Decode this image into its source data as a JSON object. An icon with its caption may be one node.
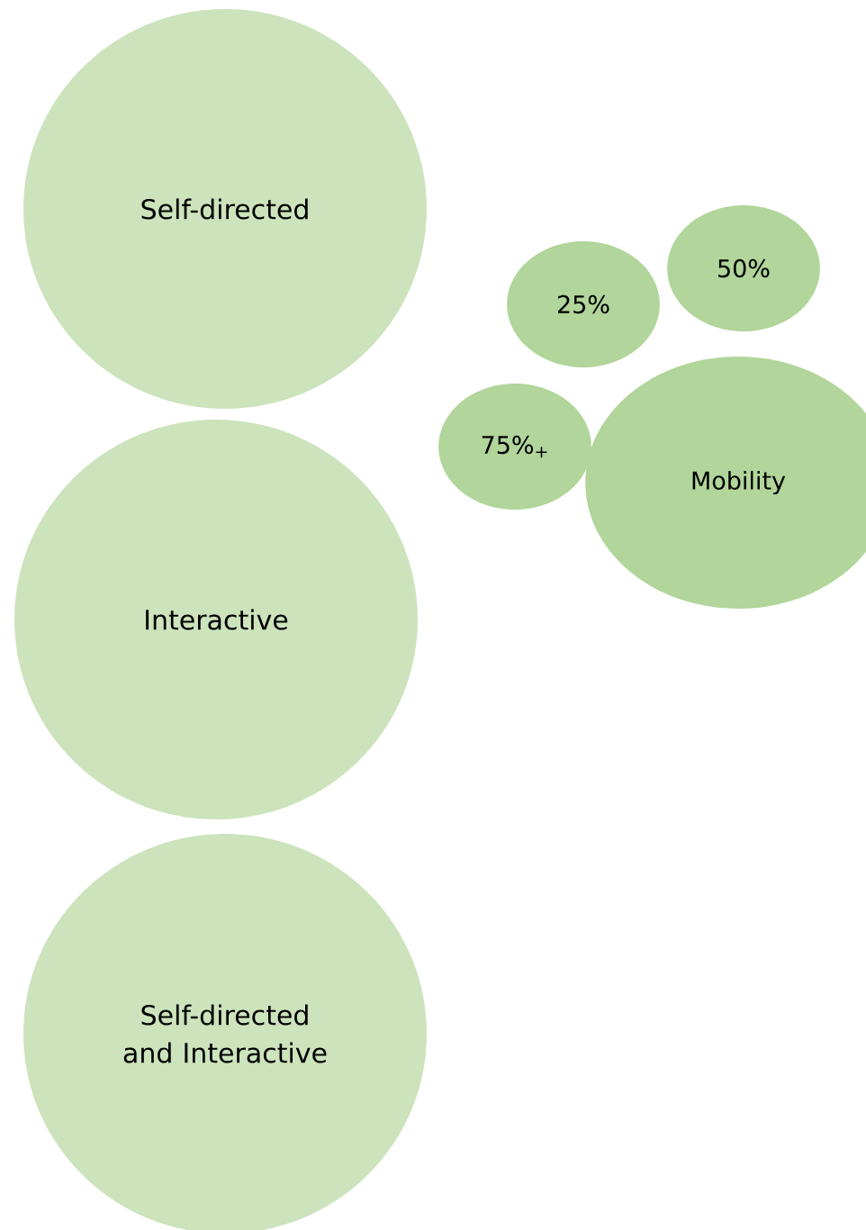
{
  "diagram": {
    "nodes": [
      {
        "text": [
          "Self-directed"
        ]
      },
      {
        "text": [
          "Interactive"
        ]
      },
      {
        "text": [
          "Self-directed and Interactive"
        ]
      },
      {
        "text": [
          "25%"
        ]
      },
      {
        "text": [
          "50%"
        ]
      },
      {
        "text": [
          "75%$_{+}$"
        ]
      },
      {
        "text": [
          "Mobility"
        ]
      }
    ]
  }
}
